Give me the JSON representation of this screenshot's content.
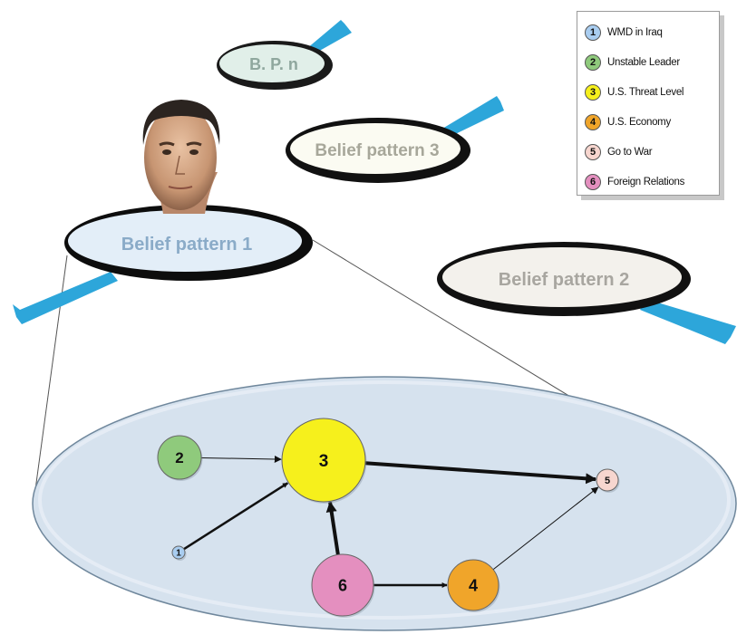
{
  "bubbles": {
    "bpn": "B. P. n",
    "bp3": "Belief pattern 3",
    "bp1": "Belief pattern 1",
    "bp2": "Belief pattern 2"
  },
  "legend": [
    {
      "num": "1",
      "label": "WMD in Iraq",
      "color": "#a9cdf0"
    },
    {
      "num": "2",
      "label": "Unstable Leader",
      "color": "#8fca7c"
    },
    {
      "num": "3",
      "label": "U.S. Threat Level",
      "color": "#f6f01c"
    },
    {
      "num": "4",
      "label": "U.S. Economy",
      "color": "#f0a52a"
    },
    {
      "num": "5",
      "label": "Go to War",
      "color": "#f7d6cf"
    },
    {
      "num": "6",
      "label": "Foreign Relations",
      "color": "#e48fbf"
    }
  ],
  "graph": {
    "nodes": [
      {
        "id": "1",
        "label": "1",
        "color": "#a9cdf0"
      },
      {
        "id": "2",
        "label": "2",
        "color": "#8fca7c"
      },
      {
        "id": "3",
        "label": "3",
        "color": "#f6f01c"
      },
      {
        "id": "4",
        "label": "4",
        "color": "#f0a52a"
      },
      {
        "id": "5",
        "label": "5",
        "color": "#f7d6cf"
      },
      {
        "id": "6",
        "label": "6",
        "color": "#e48fbf"
      }
    ],
    "edges": [
      {
        "from": "2",
        "to": "3",
        "weight": "thin"
      },
      {
        "from": "1",
        "to": "3",
        "weight": "medium"
      },
      {
        "from": "3",
        "to": "5",
        "weight": "thick"
      },
      {
        "from": "6",
        "to": "3",
        "weight": "thick"
      },
      {
        "from": "6",
        "to": "4",
        "weight": "medium"
      },
      {
        "from": "4",
        "to": "5",
        "weight": "thin"
      }
    ]
  }
}
